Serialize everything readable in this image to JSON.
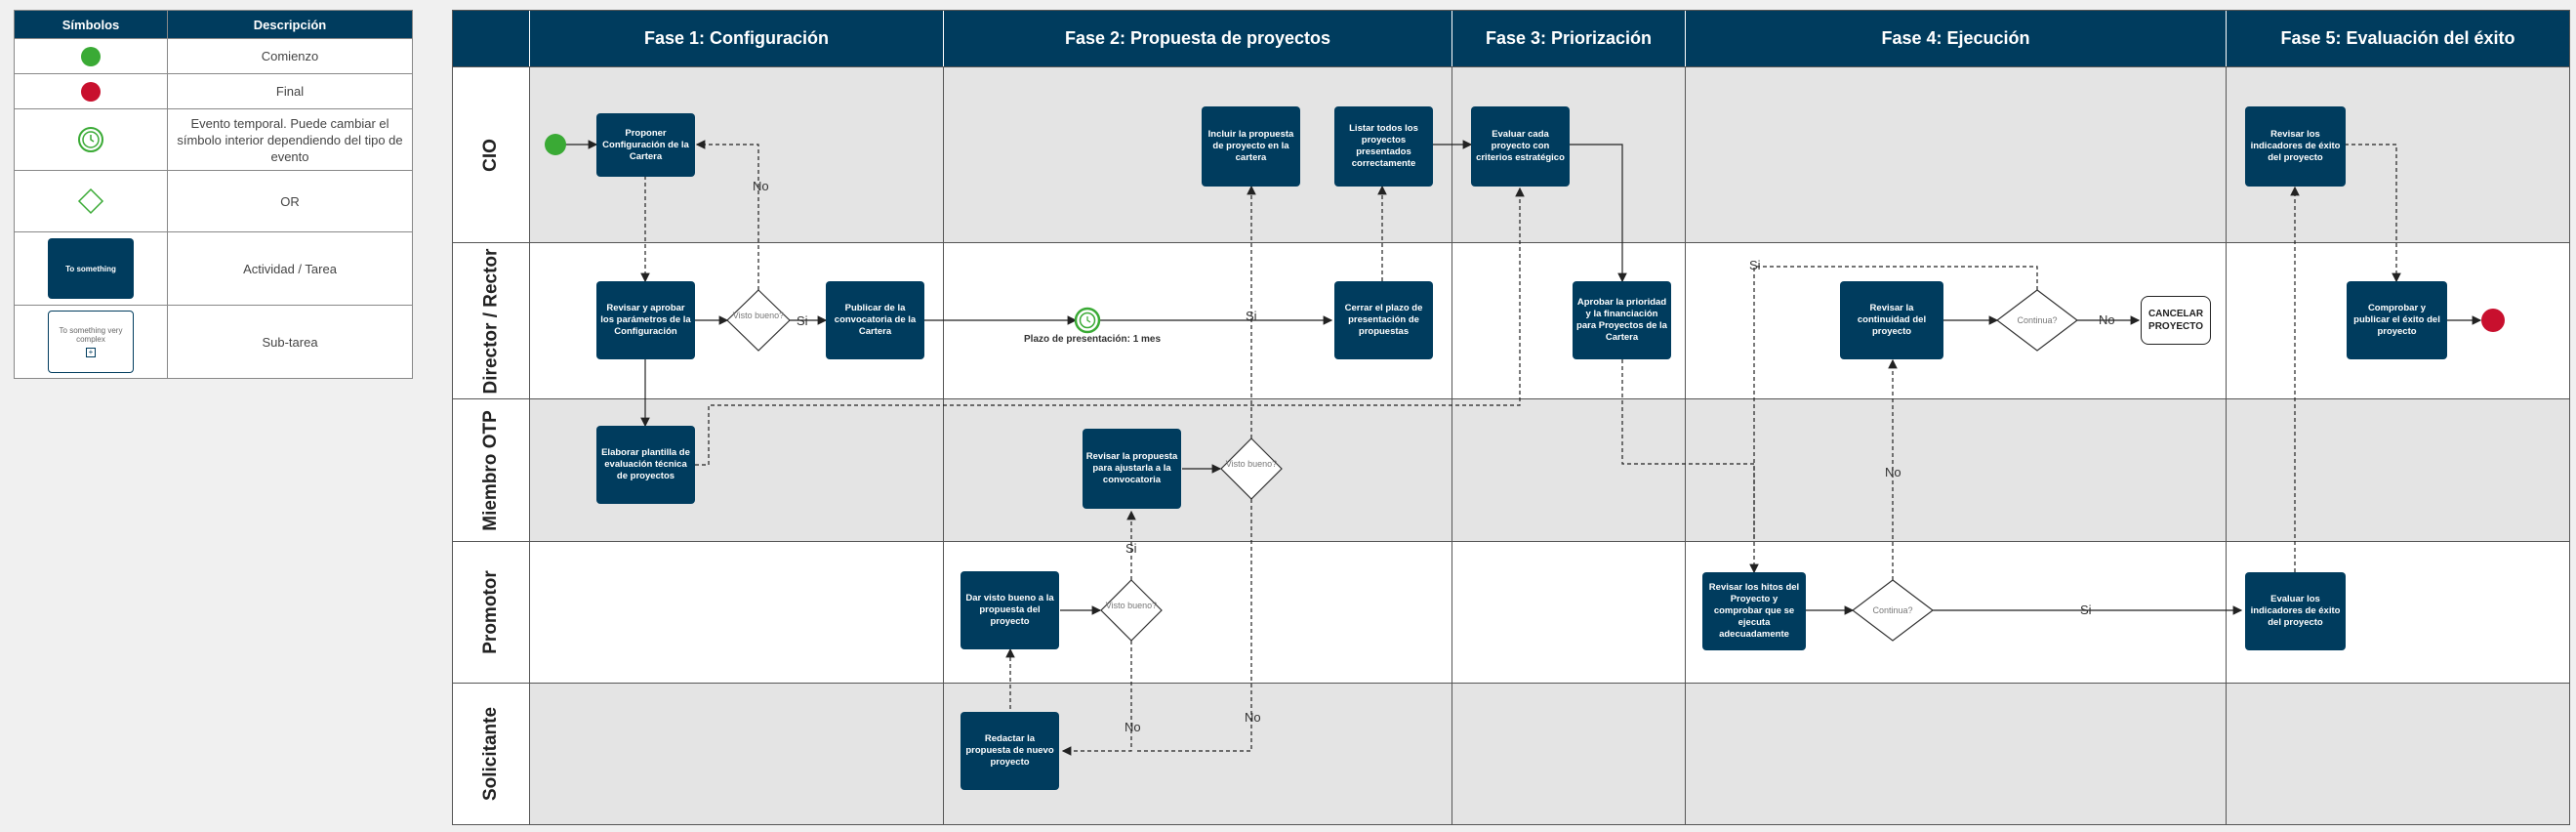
{
  "legend": {
    "header_symbols": "Símbolos",
    "header_description": "Descripción",
    "rows": [
      {
        "desc": "Comienzo"
      },
      {
        "desc": "Final"
      },
      {
        "desc": "Evento temporal. Puede cambiar el símbolo interior dependiendo del tipo de evento"
      },
      {
        "desc": "OR"
      },
      {
        "desc": "Actividad / Tarea",
        "sample": "To something"
      },
      {
        "desc": "Sub-tarea",
        "sample": "To something very complex"
      }
    ]
  },
  "phases": [
    "Fase 1: Configuración",
    "Fase 2: Propuesta de proyectos",
    "Fase 3: Priorización",
    "Fase 4: Ejecución",
    "Fase 5: Evaluación del éxito"
  ],
  "lanes": [
    "CIO",
    "Director / Rector",
    "Miembro OTP",
    "Promotor",
    "Solicitante"
  ],
  "tasks": {
    "t1": "Proponer Configuración de la Cartera",
    "t2": "Revisar y aprobar los parámetros de la Configuración",
    "t3": "Publicar de la convocatoria de la Cartera",
    "t4": "Elaborar plantilla de evaluación técnica de proyectos",
    "t5": "Incluir la propuesta de proyecto en la cartera",
    "t6": "Listar todos los proyectos presentados correctamente",
    "t7": "Cerrar el plazo de presentación de propuestas",
    "t8": "Revisar la propuesta para ajustarla a la convocatoria",
    "t9": "Dar visto bueno a la propuesta del proyecto",
    "t10": "Redactar la propuesta de nuevo proyecto",
    "t11": "Evaluar cada proyecto con criterios estratégico",
    "t12": "Aprobar la prioridad y la financiación para Proyectos de la Cartera",
    "t13": "Revisar la continuidad del proyecto",
    "t14": "Revisar los hitos del Proyecto y comprobar que se ejecuta adecuadamente",
    "t15": "Revisar los indicadores de éxito del proyecto",
    "t16": "Comprobar y publicar el éxito del proyecto",
    "t17": "Evaluar los indicadores de éxito del proyecto"
  },
  "diamonds": {
    "d1": "Visto bueno?",
    "d2": "Visto bueno?",
    "d3": "Visto bueno?",
    "d4": "Continua?",
    "d5": "Continua?"
  },
  "labels": {
    "timer": "Plazo de presentación: 1 mes",
    "cancel": "CANCELAR PROYECTO",
    "yes": "Si",
    "no": "No"
  },
  "colors": {
    "header": "#003c5e",
    "task": "#003c5e",
    "start": "#3aaa35",
    "end": "#c8102e",
    "timer": "#3aaa35",
    "lane_gray": "#e4e4e4"
  }
}
